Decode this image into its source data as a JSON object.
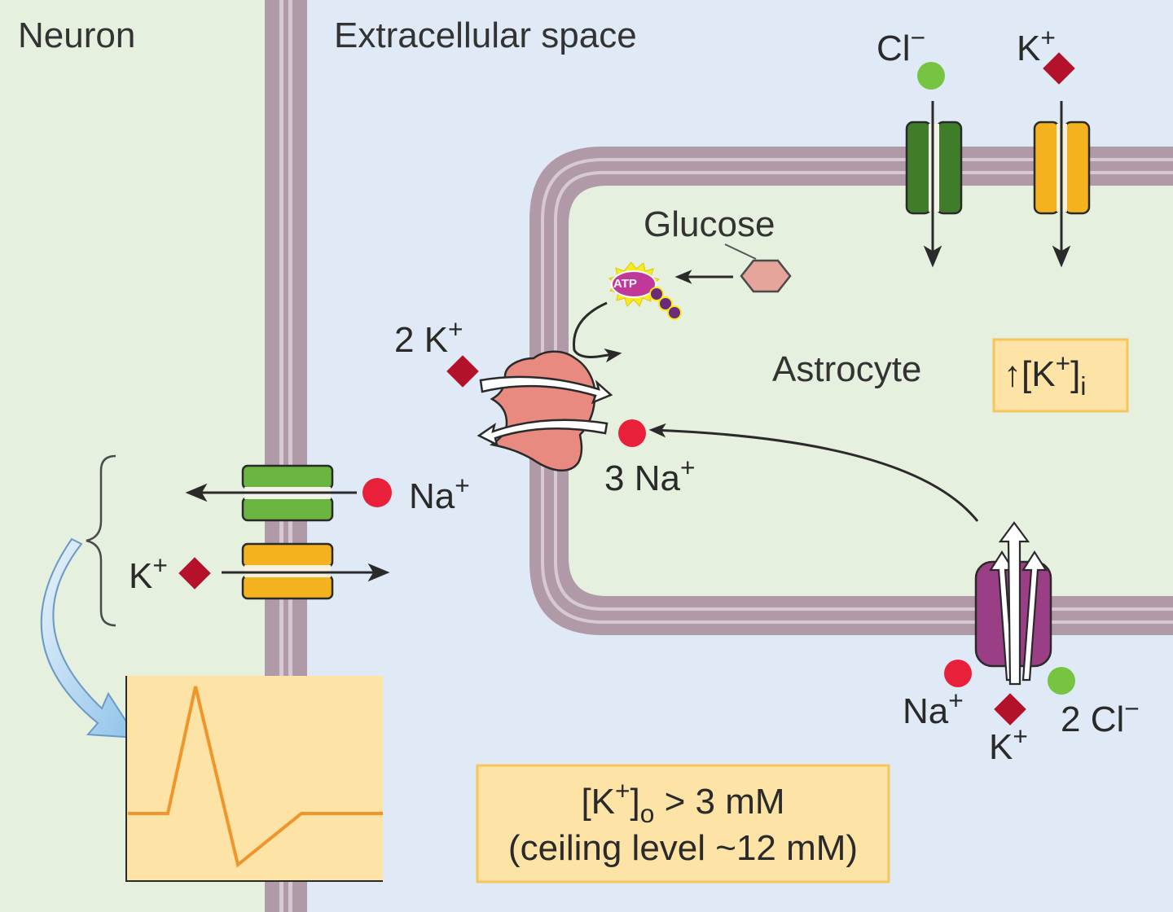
{
  "labels": {
    "neuron": "Neuron",
    "extracellular": "Extracellular space",
    "astrocyte": "Astrocyte",
    "glucose": "Glucose",
    "atp": "ATP"
  },
  "ions": {
    "cl_top": {
      "base": "Cl",
      "sup": "−"
    },
    "k_top": {
      "base": "K",
      "sup": "+"
    },
    "two_k": {
      "base": "2 K",
      "sup": "+"
    },
    "three_na": {
      "base": "3 Na",
      "sup": "+"
    },
    "na_neuron": {
      "base": "Na",
      "sup": "+"
    },
    "k_neuron": {
      "base": "K",
      "sup": "+"
    },
    "na_bottom": {
      "base": "Na",
      "sup": "+"
    },
    "k_bottom": {
      "base": "K",
      "sup": "+"
    },
    "two_cl": {
      "base": "2 Cl",
      "sup": "−"
    }
  },
  "boxes": {
    "k_internal": {
      "arrow": "↑",
      "bracket_open": "[K",
      "sup": "+",
      "bracket_close": "]",
      "sub": "i"
    },
    "k_external_line1": {
      "bracket_open": "[K",
      "sup": "+",
      "bracket_close": "]",
      "sub": "o",
      "rest": " > 3 mM"
    },
    "k_external_line2": "(ceiling level ~12 mM)"
  },
  "colors": {
    "extracellular_bg": "#dfeaf6",
    "cell_bg": "#e6f0df",
    "membrane": "#b09aa8",
    "na_ion": "#e8203a",
    "k_ion": "#b3122a",
    "cl_ion": "#76c442",
    "green_channel": "#69b540",
    "dark_green_channel": "#3f7d2a",
    "yellow_channel": "#f3b21e",
    "pump": "#e88a80",
    "cotransporter": "#9a3f86",
    "trace": "#f0952b",
    "box_fill": "#fde3a6",
    "box_border": "#f7c65a"
  }
}
